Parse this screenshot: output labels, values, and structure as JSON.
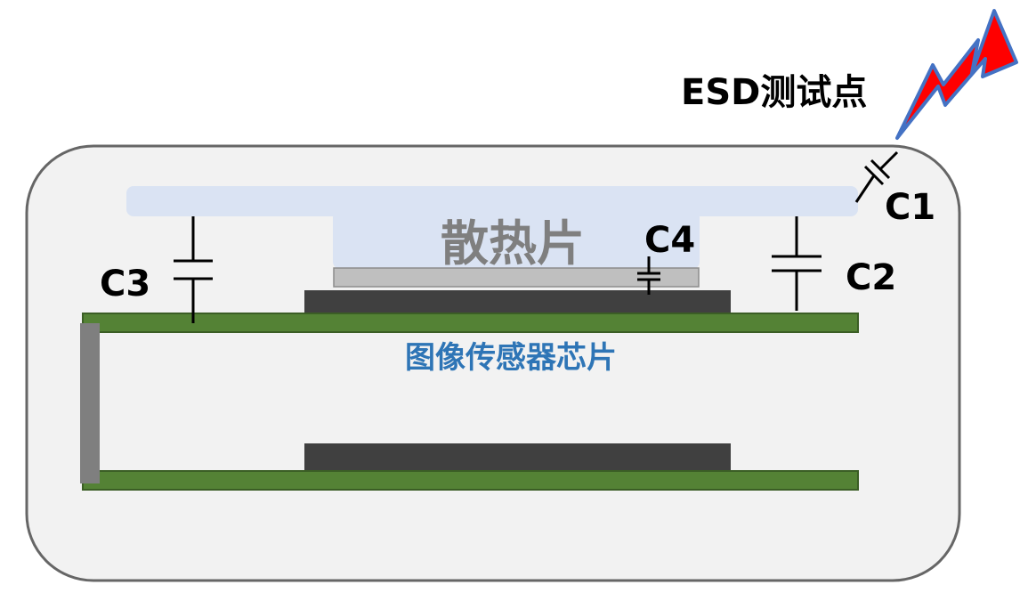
{
  "labels": {
    "esd_point": "ESD测试点",
    "heat_sink": "散热片",
    "image_sensor_chip": "图像传感器芯片",
    "c1": "C1",
    "c2": "C2",
    "c3": "C3",
    "c4": "C4"
  },
  "colors": {
    "enclosure_fill": "#f2f2f2",
    "enclosure_stroke": "#666666",
    "heat_sink_fill": "#dae3f3",
    "pcb_green": "#548235",
    "chip_dark": "#404040",
    "connector_gray": "#7f7f7f",
    "pad_gray": "#bfbfbf",
    "esd_bolt_red": "#ff0000",
    "esd_bolt_outline": "#4472c4",
    "sensor_text_blue": "#2e75b6",
    "heat_sink_text": "#7f7f7f"
  },
  "icons": {
    "esd": "lightning-bolt-icon",
    "capacitor": "capacitor-symbol-icon"
  }
}
